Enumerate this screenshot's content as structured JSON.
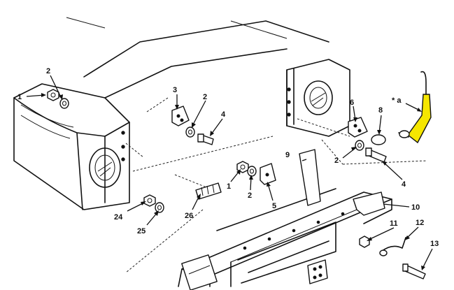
{
  "figure": {
    "callouts": [
      "1",
      "2",
      "3",
      "2",
      "4",
      "6",
      "8",
      "* a",
      "9",
      "2",
      "4",
      "1",
      "2",
      "5",
      "10",
      "11",
      "12",
      "13",
      "24",
      "25",
      "26"
    ],
    "highlight_color": "#f5e600"
  }
}
